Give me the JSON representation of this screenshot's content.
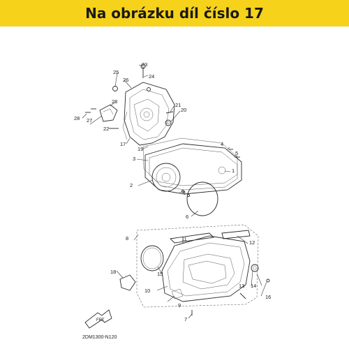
{
  "header": {
    "title": "Na obrázku díl číslo 17",
    "background": "#f6d21a"
  },
  "diagram": {
    "code": "2DM1300-N120",
    "front_label": "FRT",
    "callouts": [
      "1",
      "2",
      "3",
      "4",
      "4",
      "5",
      "6",
      "7",
      "8",
      "9",
      "10",
      "11",
      "12",
      "13",
      "14",
      "15",
      "16",
      "17",
      "18",
      "19",
      "20",
      "21",
      "22",
      "23",
      "24",
      "25",
      "26",
      "27",
      "28",
      "28"
    ]
  }
}
